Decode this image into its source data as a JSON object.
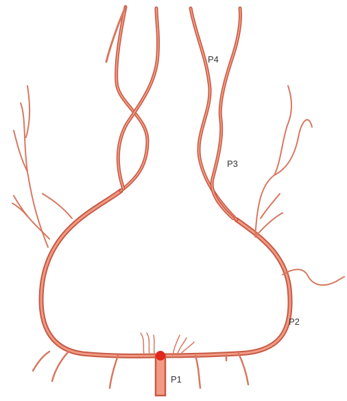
{
  "labels": {
    "p1": "P1",
    "p2": "P2",
    "p3": "P3",
    "p4": "P4"
  },
  "colors": {
    "artery_outer": "#c65a44",
    "artery_inner": "#f29a84",
    "artery_thin": "#d7775f",
    "junction_dot": "#e0281c"
  }
}
